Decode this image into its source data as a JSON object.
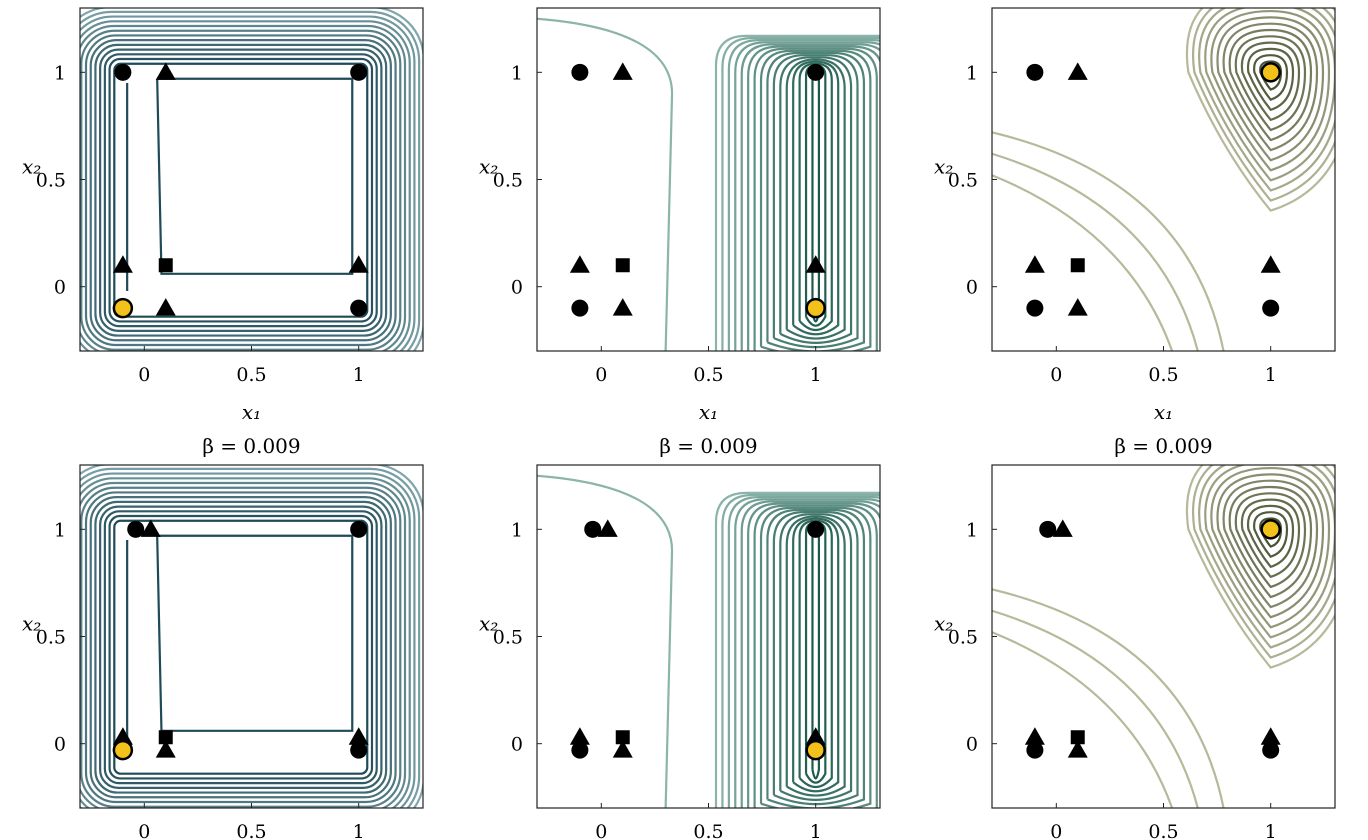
{
  "chart_data": [
    {
      "type": "contour",
      "row": 0,
      "col": 0,
      "title": "",
      "xlabel": "x₁",
      "ylabel": "x₂",
      "xlim": [
        -0.3,
        1.3
      ],
      "ylim": [
        -0.3,
        1.3
      ],
      "xticks": [
        "0",
        "0.5",
        "1"
      ],
      "yticks": [
        "0",
        "0.5",
        "1"
      ],
      "contour_color": "#1f4a57",
      "contour_outer_color": "#7fa6ad",
      "contour_shape": "frame",
      "points": [
        {
          "shape": "circle",
          "x": -0.1,
          "y": 1.0
        },
        {
          "shape": "triangle",
          "x": 0.1,
          "y": 1.0
        },
        {
          "shape": "circle",
          "x": 1.0,
          "y": 1.0
        },
        {
          "shape": "triangle",
          "x": -0.1,
          "y": 0.1
        },
        {
          "shape": "square",
          "x": 0.1,
          "y": 0.1
        },
        {
          "shape": "triangle",
          "x": 1.0,
          "y": 0.1
        },
        {
          "shape": "circle",
          "x": -0.1,
          "y": -0.1,
          "highlight": true
        },
        {
          "shape": "triangle",
          "x": 0.1,
          "y": -0.1
        },
        {
          "shape": "circle",
          "x": 1.0,
          "y": -0.1
        }
      ]
    },
    {
      "type": "contour",
      "row": 0,
      "col": 1,
      "title": "",
      "xlabel": "x₁",
      "ylabel": "x₂",
      "xlim": [
        -0.3,
        1.3
      ],
      "ylim": [
        -0.3,
        1.3
      ],
      "xticks": [
        "0",
        "0.5",
        "1"
      ],
      "yticks": [
        "0",
        "0.5",
        "1"
      ],
      "contour_color": "#1d5a4c",
      "contour_outer_color": "#8bb4aa",
      "contour_shape": "column",
      "points": [
        {
          "shape": "circle",
          "x": -0.1,
          "y": 1.0
        },
        {
          "shape": "triangle",
          "x": 0.1,
          "y": 1.0
        },
        {
          "shape": "circle",
          "x": 1.0,
          "y": 1.0
        },
        {
          "shape": "triangle",
          "x": -0.1,
          "y": 0.1
        },
        {
          "shape": "square",
          "x": 0.1,
          "y": 0.1
        },
        {
          "shape": "triangle",
          "x": 1.0,
          "y": 0.1
        },
        {
          "shape": "circle",
          "x": -0.1,
          "y": -0.1
        },
        {
          "shape": "triangle",
          "x": 0.1,
          "y": -0.1
        },
        {
          "shape": "circle",
          "x": 1.0,
          "y": -0.1,
          "highlight": true
        }
      ]
    },
    {
      "type": "contour",
      "row": 0,
      "col": 2,
      "title": "",
      "xlabel": "x₁",
      "ylabel": "x₂",
      "xlim": [
        -0.3,
        1.3
      ],
      "ylim": [
        -0.3,
        1.3
      ],
      "xticks": [
        "0",
        "0.5",
        "1"
      ],
      "yticks": [
        "0",
        "0.5",
        "1"
      ],
      "contour_color": "#3f4a2c",
      "contour_outer_color": "#b7b99a",
      "contour_shape": "peak",
      "points": [
        {
          "shape": "circle",
          "x": -0.1,
          "y": 1.0
        },
        {
          "shape": "triangle",
          "x": 0.1,
          "y": 1.0
        },
        {
          "shape": "circle",
          "x": 1.0,
          "y": 1.0,
          "highlight": true
        },
        {
          "shape": "triangle",
          "x": -0.1,
          "y": 0.1
        },
        {
          "shape": "square",
          "x": 0.1,
          "y": 0.1
        },
        {
          "shape": "triangle",
          "x": 1.0,
          "y": 0.1
        },
        {
          "shape": "circle",
          "x": -0.1,
          "y": -0.1
        },
        {
          "shape": "triangle",
          "x": 0.1,
          "y": -0.1
        },
        {
          "shape": "circle",
          "x": 1.0,
          "y": -0.1
        }
      ]
    },
    {
      "type": "contour",
      "row": 1,
      "col": 0,
      "title": "β = 0.009",
      "xlabel": "",
      "ylabel": "x₂",
      "xlim": [
        -0.3,
        1.3
      ],
      "ylim": [
        -0.3,
        1.3
      ],
      "xticks": [
        "0",
        "0.5",
        "1"
      ],
      "yticks": [
        "0",
        "0.5",
        "1"
      ],
      "contour_color": "#1f4a57",
      "contour_outer_color": "#7fa6ad",
      "contour_shape": "frame",
      "points": [
        {
          "shape": "circle",
          "x": -0.04,
          "y": 1.0
        },
        {
          "shape": "triangle",
          "x": 0.03,
          "y": 1.0
        },
        {
          "shape": "circle",
          "x": 1.0,
          "y": 1.0
        },
        {
          "shape": "triangle",
          "x": -0.1,
          "y": 0.03
        },
        {
          "shape": "square",
          "x": 0.1,
          "y": 0.03
        },
        {
          "shape": "triangle",
          "x": 1.0,
          "y": 0.03
        },
        {
          "shape": "circle",
          "x": -0.1,
          "y": -0.03,
          "highlight": true
        },
        {
          "shape": "triangle",
          "x": 0.1,
          "y": -0.03
        },
        {
          "shape": "circle",
          "x": 1.0,
          "y": -0.03
        }
      ]
    },
    {
      "type": "contour",
      "row": 1,
      "col": 1,
      "title": "β = 0.009",
      "xlabel": "",
      "ylabel": "x₂",
      "xlim": [
        -0.3,
        1.3
      ],
      "ylim": [
        -0.3,
        1.3
      ],
      "xticks": [
        "0",
        "0.5",
        "1"
      ],
      "yticks": [
        "0",
        "0.5",
        "1"
      ],
      "contour_color": "#1d5a4c",
      "contour_outer_color": "#8bb4aa",
      "contour_shape": "column",
      "points": [
        {
          "shape": "circle",
          "x": -0.04,
          "y": 1.0
        },
        {
          "shape": "triangle",
          "x": 0.03,
          "y": 1.0
        },
        {
          "shape": "circle",
          "x": 1.0,
          "y": 1.0
        },
        {
          "shape": "triangle",
          "x": -0.1,
          "y": 0.03
        },
        {
          "shape": "square",
          "x": 0.1,
          "y": 0.03
        },
        {
          "shape": "triangle",
          "x": 1.0,
          "y": 0.03
        },
        {
          "shape": "circle",
          "x": -0.1,
          "y": -0.03
        },
        {
          "shape": "triangle",
          "x": 0.1,
          "y": -0.03
        },
        {
          "shape": "circle",
          "x": 1.0,
          "y": -0.03,
          "highlight": true
        }
      ]
    },
    {
      "type": "contour",
      "row": 1,
      "col": 2,
      "title": "β = 0.009",
      "xlabel": "",
      "ylabel": "x₂",
      "xlim": [
        -0.3,
        1.3
      ],
      "ylim": [
        -0.3,
        1.3
      ],
      "xticks": [
        "0",
        "0.5",
        "1"
      ],
      "yticks": [
        "0",
        "0.5",
        "1"
      ],
      "contour_color": "#3f4a2c",
      "contour_outer_color": "#b7b99a",
      "contour_shape": "peak",
      "points": [
        {
          "shape": "circle",
          "x": -0.04,
          "y": 1.0
        },
        {
          "shape": "triangle",
          "x": 0.03,
          "y": 1.0
        },
        {
          "shape": "circle",
          "x": 1.0,
          "y": 1.0,
          "highlight": true
        },
        {
          "shape": "triangle",
          "x": -0.1,
          "y": 0.03
        },
        {
          "shape": "square",
          "x": 0.1,
          "y": 0.03
        },
        {
          "shape": "triangle",
          "x": 1.0,
          "y": 0.03
        },
        {
          "shape": "circle",
          "x": -0.1,
          "y": -0.03
        },
        {
          "shape": "triangle",
          "x": 0.1,
          "y": -0.03
        },
        {
          "shape": "circle",
          "x": 1.0,
          "y": -0.03
        }
      ]
    }
  ],
  "colors": {
    "highlight_fill": "#f2c21b",
    "marker": "#000000",
    "axis": "#222222"
  }
}
